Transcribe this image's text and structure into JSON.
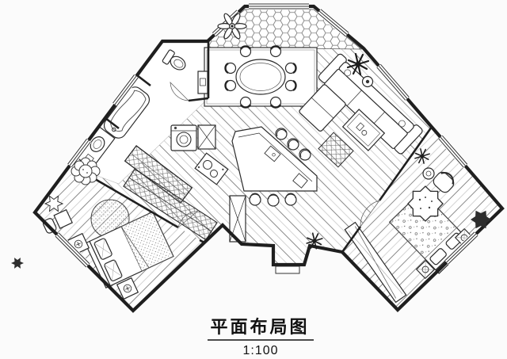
{
  "title": {
    "text": "平面布局图",
    "scale": "1:100"
  },
  "colors": {
    "line": "#1f1f1f",
    "hatch": "#8a8a8a",
    "background": "#fbfbfb",
    "paper": "#ffffff"
  },
  "drawing": {
    "type": "floor-plan",
    "rooms": [
      "balcony-bay",
      "dining-area",
      "bathroom",
      "kitchen",
      "living-room",
      "bedroom-left",
      "bedroom-right",
      "entry-vestibule"
    ],
    "furniture": [
      "toilet",
      "bath-cabinet",
      "bathtub",
      "sink-vanity",
      "washing-machine",
      "column",
      "stove",
      "kitchen-counter",
      "wardrobe-cabinet",
      "bar-island",
      "bar-stools",
      "dining-table",
      "dining-chairs",
      "sofa",
      "coffee-table",
      "living-rug",
      "side-lamp-table",
      "armchair",
      "reading-side-table",
      "bed-left",
      "bed-right",
      "nightstands",
      "round-rug",
      "desk-chair-set",
      "mirror-cabinet",
      "entry-step"
    ],
    "plants": [
      "flower-plant",
      "palm-plant",
      "cloud-shrub",
      "spiky-shrub",
      "round-spiky-plant",
      "dark-bush",
      "entry-plant",
      "corner-plant"
    ]
  }
}
